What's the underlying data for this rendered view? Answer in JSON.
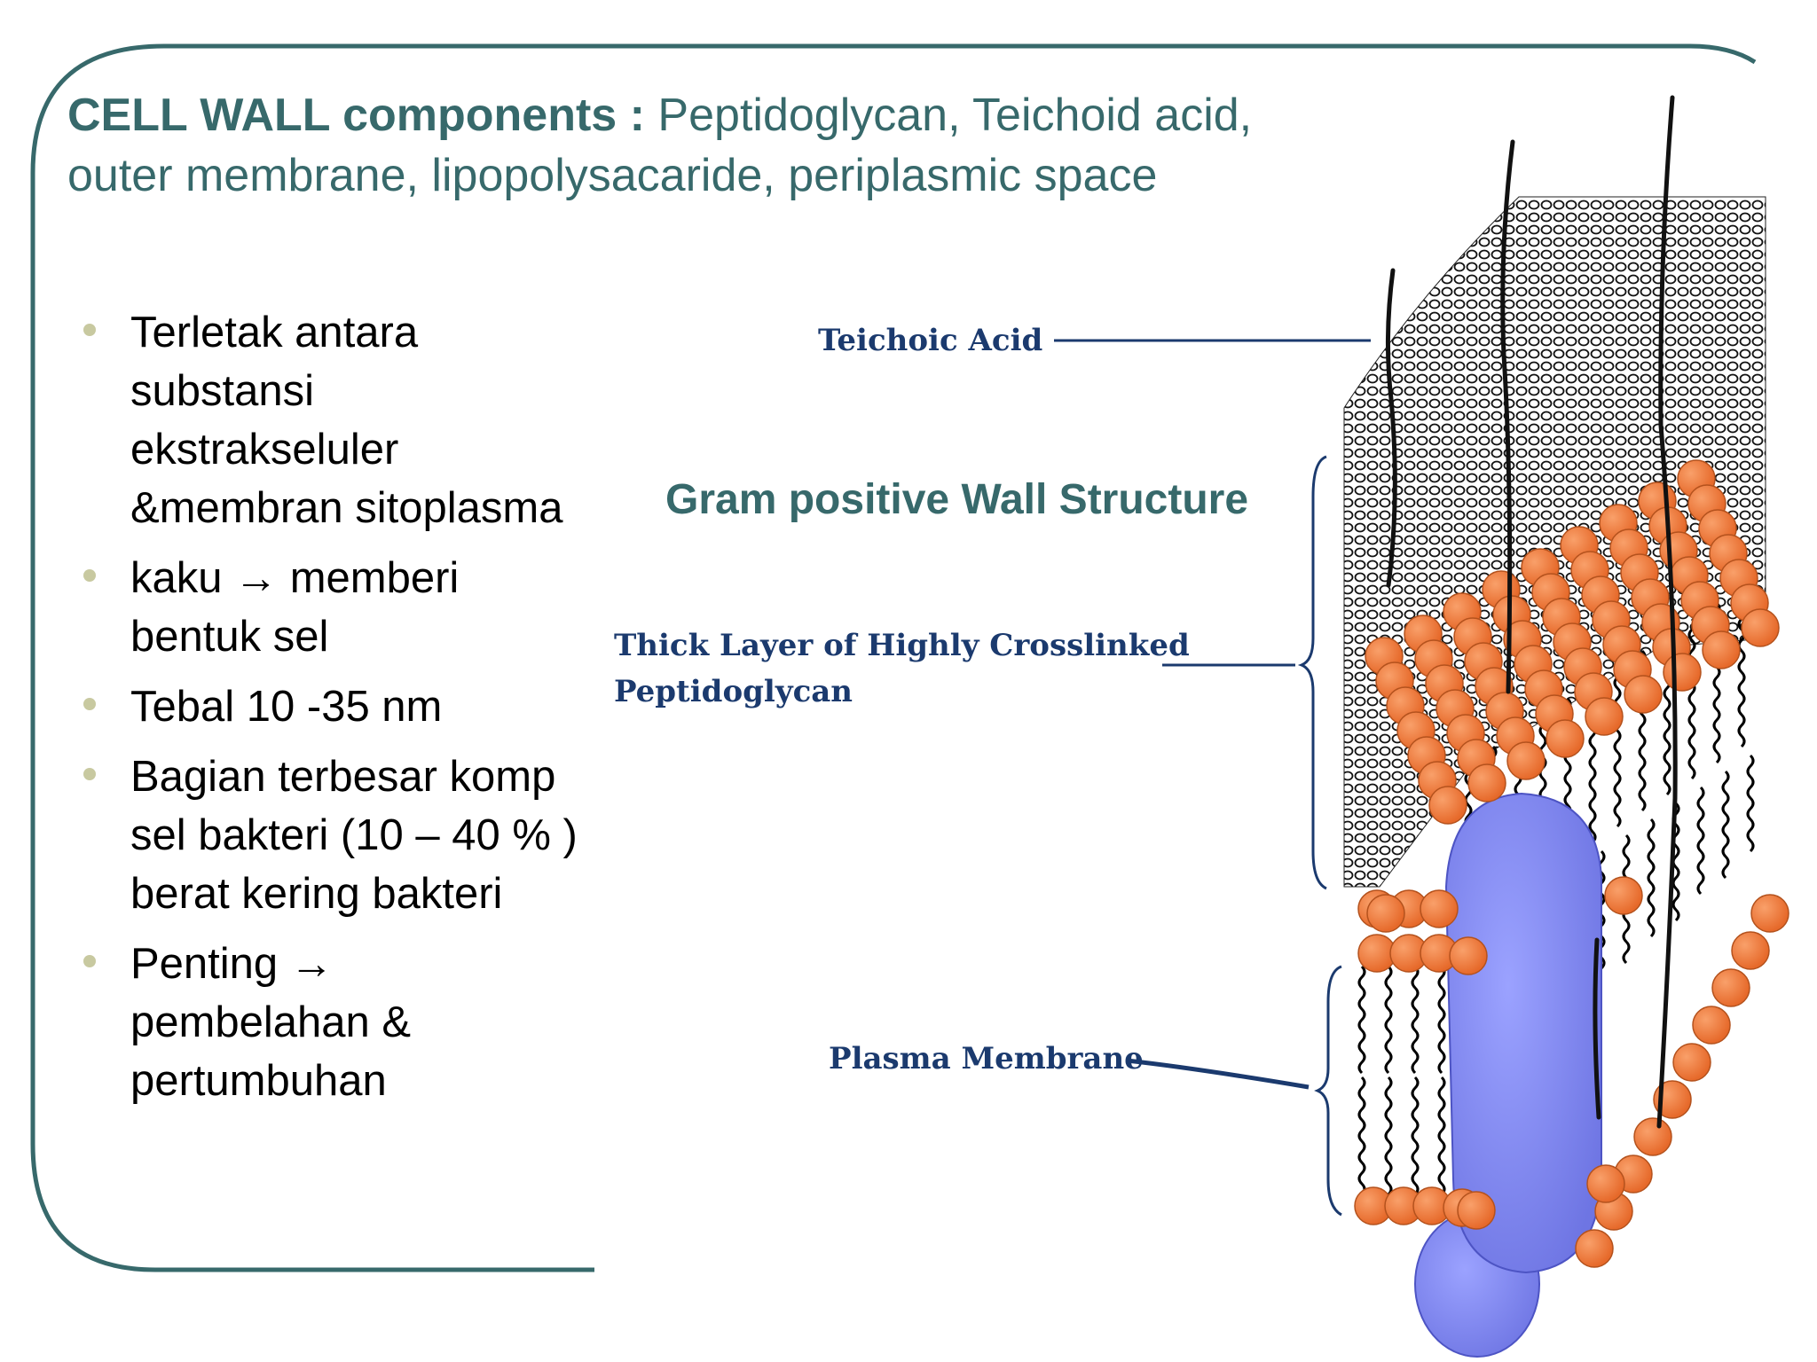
{
  "slide": {
    "title_bold": "CELL WALL components :",
    "title_rest_line1": "Peptidoglycan, Teichoid acid,",
    "title_line2": "outer membrane, lipopolysacaride, periplasmic space",
    "bullets": [
      "Terletak antara substansi ekstrakseluler &membran sitoplasma",
      "kaku → memberi bentuk sel",
      "Tebal 10 -35 nm",
      "Bagian terbesar komp sel bakteri (10 – 40 % ) berat kering bakteri",
      "Penting → pembelahan & pertumbuhan"
    ]
  },
  "diagram": {
    "heading": "Gram positive Wall Structure",
    "label_teichoic": "Teichoic Acid",
    "label_peptido_line1": "Thick Layer of Highly Crosslinked",
    "label_peptido_line2": "Peptidoglycan",
    "label_membrane": "Plasma Membrane"
  },
  "colors": {
    "accent": "#37696b",
    "label": "#1b3a6e",
    "phospholipid_head": "#f07d3d",
    "protein": "#7f86ef",
    "bullet_dot": "#c8c9a0"
  }
}
